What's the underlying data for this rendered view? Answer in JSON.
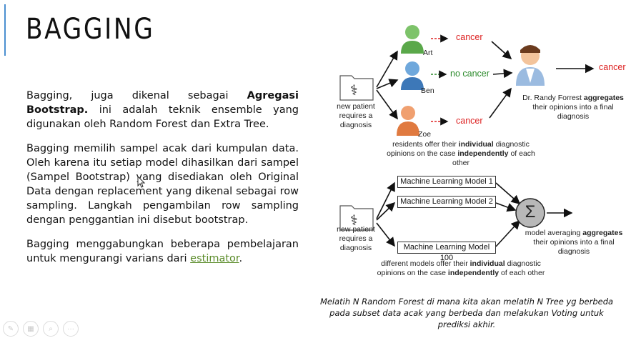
{
  "slide": {
    "title": "BAGGING",
    "para1": {
      "pre": "Bagging, juga dikenal sebagai ",
      "bold": "Agregasi Bootstrap.",
      "post": " ini adalah teknik ensemble yang digunakan oleh Random Forest dan Extra Tree."
    },
    "para2": "Bagging memilih sampel acak dari kumpulan data. Oleh karena itu setiap model dihasilkan dari sampel (Sampel Bootstrap) yang disediakan oleh Original Data dengan replacement yang dikenal sebagai row sampling. Langkah pengambilan row sampling dengan penggantian ini disebut bootstrap.",
    "para3": {
      "pre": "Bagging menggabungkan beberapa pembelajaran untuk mengurangi varians dari ",
      "link": "estimator",
      "post": "."
    },
    "caption": "Melatih N Random Forest di mana kita akan melatih N Tree yg berbeda pada subset data acak yang berbeda dan melakukan Voting untuk prediksi akhir."
  },
  "diagram_top": {
    "folder_label": [
      "new patient",
      "requires a",
      "diagnosis"
    ],
    "names": [
      "Art",
      "Ben",
      "Zoe"
    ],
    "opinions": [
      "cancer",
      "no cancer",
      "cancer"
    ],
    "doctor_label_pre": "Dr. Randy Forrest ",
    "doctor_label_bold": "aggregates",
    "doctor_label_post": " their opinions into a final diagnosis",
    "final": "cancer",
    "bottom_pre": "residents offer their ",
    "bottom_bold1": "individual",
    "bottom_mid": " diagnostic opinions on the case ",
    "bottom_bold2": "independently",
    "bottom_post": " of each other"
  },
  "diagram_bottom": {
    "folder_label": [
      "new patient",
      "requires a",
      "diagnosis"
    ],
    "models": [
      "Machine Learning Model 1",
      "Machine Learning Model 2",
      "Machine Learning Model 100"
    ],
    "sigma": "Σ",
    "agg_pre": "model averaging ",
    "agg_bold": "aggregates",
    "agg_post": " their opinions into a final diagnosis",
    "bottom_pre": "different models offer their ",
    "bottom_bold1": "individual",
    "bottom_mid": " diagnostic opinions on the case ",
    "bottom_bold2": "independently",
    "bottom_post": " of each other"
  },
  "colors": {
    "accent": "#4a8fd0",
    "link": "#5b8c2a",
    "red": "#dd2222",
    "green": "#2b8a2b"
  },
  "toolbar": [
    "pen-icon",
    "slides-icon",
    "zoom-icon",
    "more-icon"
  ]
}
